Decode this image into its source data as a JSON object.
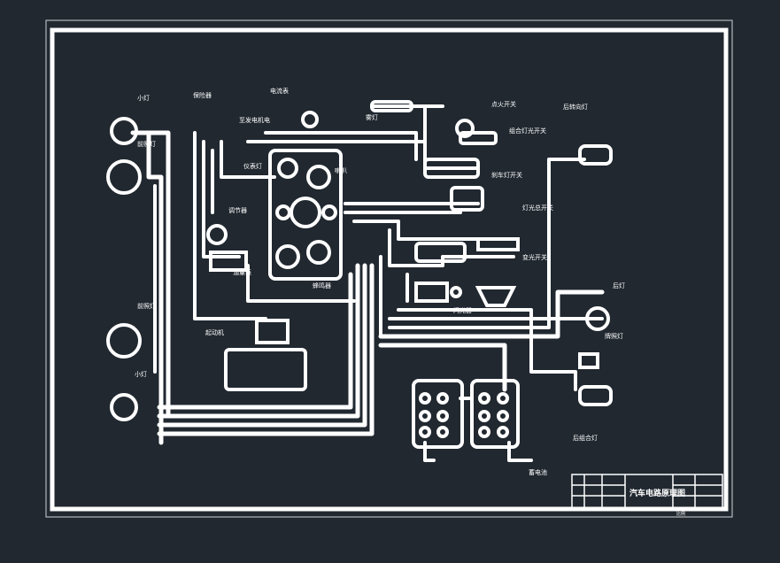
{
  "theme": {
    "background": "#212830",
    "wire": "#ffffff",
    "outer_frame": "#cfd3d6"
  },
  "labels": {
    "small_light_top": "小灯",
    "headlight_top": "前照灯",
    "fuse": "保险器",
    "ammeter": "电流表",
    "starter_relay": "至发电机电",
    "instrument_light": "仪表灯",
    "horn": "喇叭",
    "fog_light": "雾灯",
    "main_switch": "点火开关",
    "combo_switch": "组合灯光开关",
    "brake_switch": "刹车灯开关",
    "light_switch": "灯光总开关",
    "dimmer_switch": "变光开关",
    "turn_flasher": "闪光器",
    "regulator": "调节器",
    "starter_motor": "起动机",
    "turn_signal_light": "后转向灯",
    "brake_lamp": "后灯",
    "plate_light": "牌照灯",
    "rear_combo_light": "后组合灯",
    "battery": "蓄电池",
    "fuel_gauge": "油量表",
    "buzzer": "蜂鸣器",
    "headlight_bottom": "前照灯",
    "small_light_bottom": "小灯"
  },
  "title_block": {
    "title": "汽车电路原理图",
    "note": "比例"
  }
}
